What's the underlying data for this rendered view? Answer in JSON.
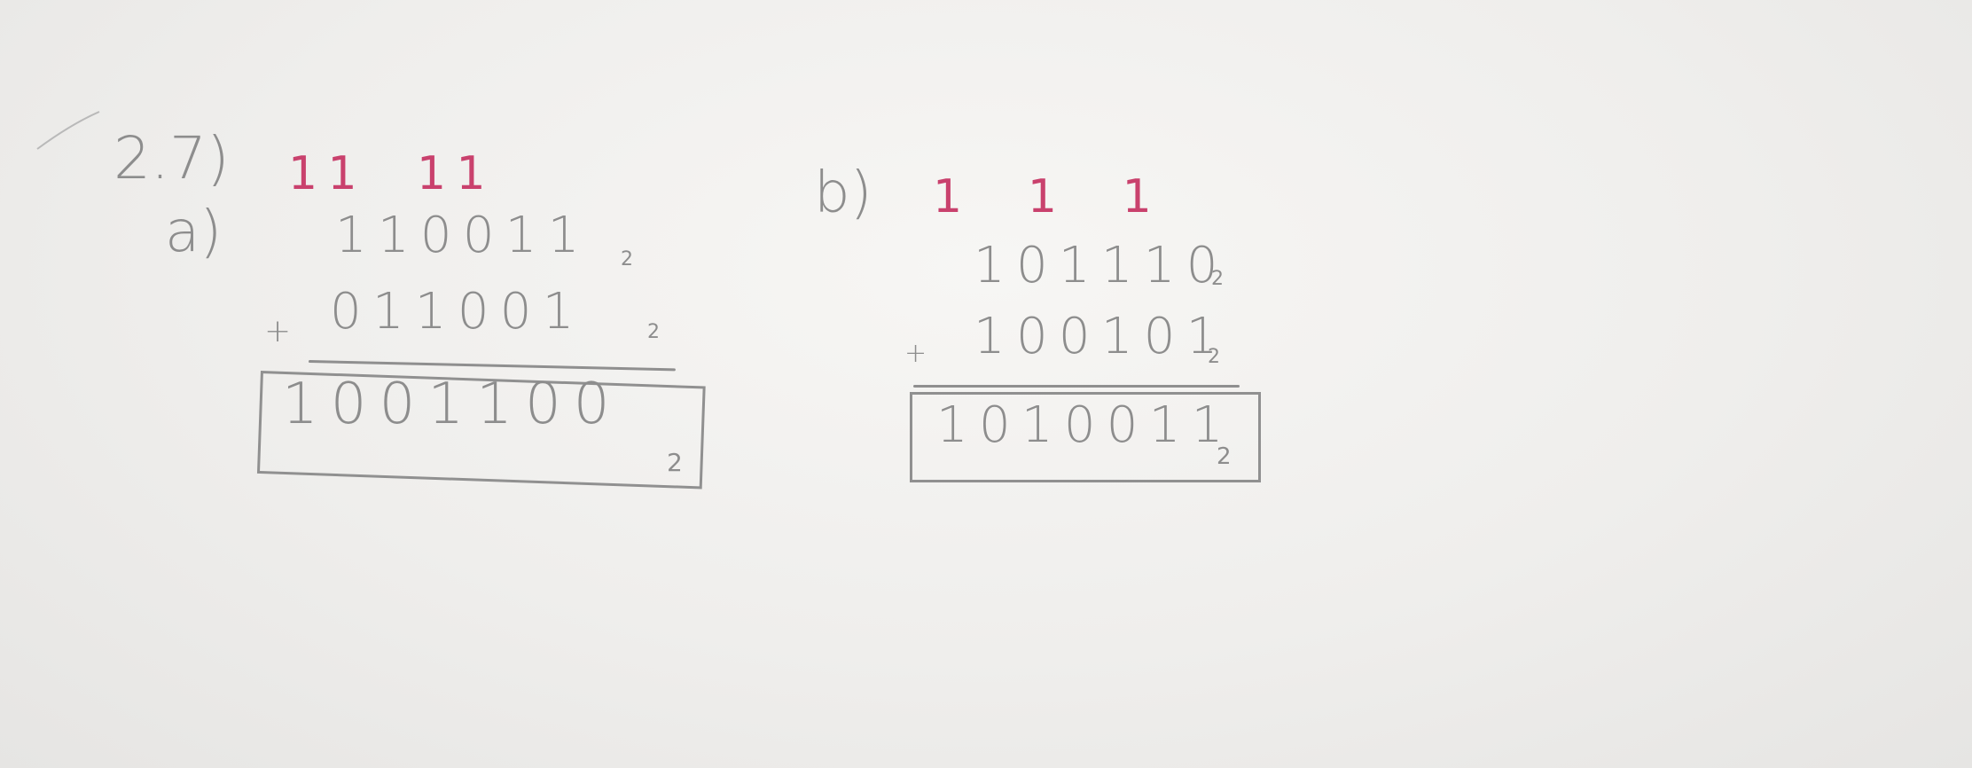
{
  "problem_label": "2.7)",
  "part_a": {
    "label": "a)",
    "carries": "11  11",
    "addend1_digits": "110011",
    "addend1_base": "2",
    "plus": "+",
    "addend2_digits": "011001",
    "addend2_base": "2",
    "result_digits": "1001100",
    "result_base": "2"
  },
  "part_b": {
    "label": "b)",
    "carries": "1 1 1",
    "addend1_digits": "101110",
    "addend1_base": "2",
    "plus": "+",
    "addend2_digits": "100101",
    "addend2_base": "2",
    "result_digits": "1010011",
    "result_base": "2"
  },
  "colors": {
    "pencil": "#8d8d8d",
    "carry_ink": "#c9416d",
    "paper": "#f0efed"
  }
}
